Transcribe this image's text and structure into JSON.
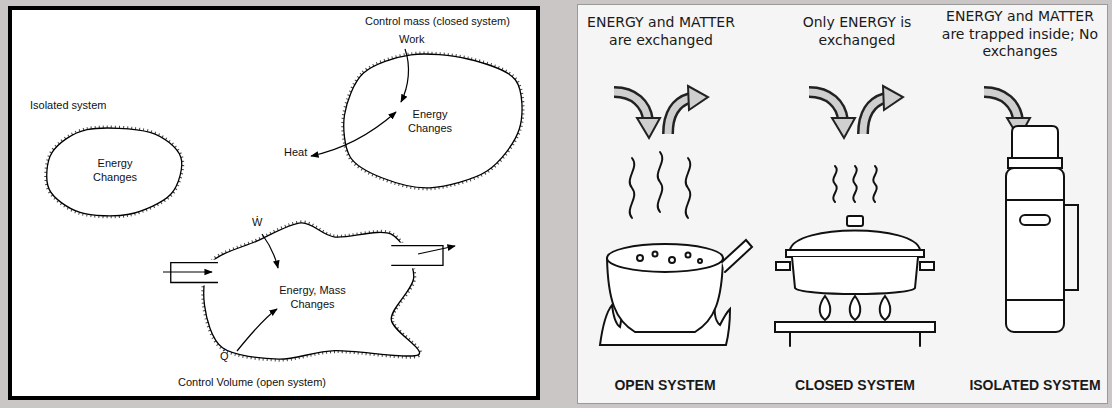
{
  "diagram": {
    "nodes": [
      {
        "text": [
          "Isolated system",
          "Energy Changes"
        ]
      },
      {
        "text": [
          "Control mass (closed system)",
          "Energy Changes"
        ]
      },
      {
        "text": [
          "Energy, Mass Changes",
          "Control Volume (open system)"
        ]
      }
    ],
    "labels": [
      "Work",
      "Heat",
      "Ẇ",
      "Q̇",
      "ENERGY and MATTER are exchanged",
      "Only ENERGY is exchanged",
      "ENERGY and MATTER are trapped inside; No exchanges",
      "OPEN SYSTEM",
      "CLOSED SYSTEM",
      "ISOLATED SYSTEM"
    ]
  }
}
